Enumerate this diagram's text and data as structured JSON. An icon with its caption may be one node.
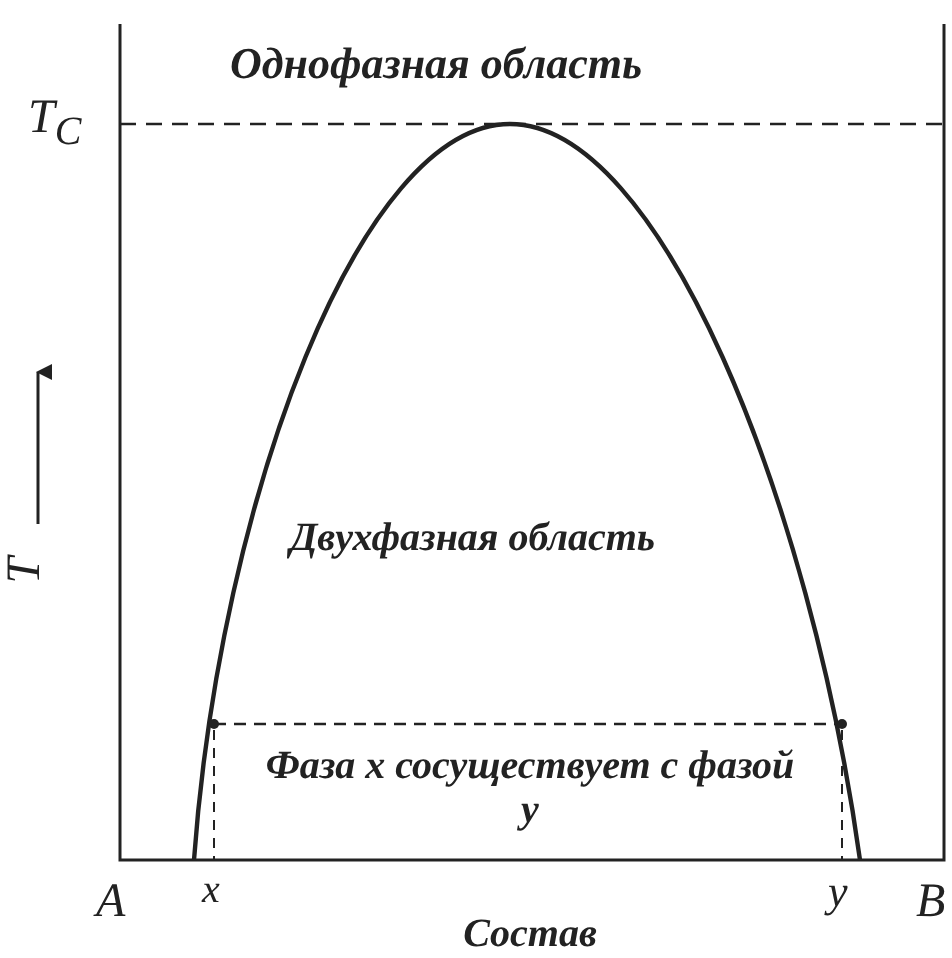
{
  "diagram": {
    "labels": [
      "Однофазная область",
      "T$_{C}$",
      "T",
      "Двухфазная область",
      "Фаза x сосуществует с фазой y",
      "A",
      "x",
      "y",
      "B",
      "Состав"
    ]
  }
}
